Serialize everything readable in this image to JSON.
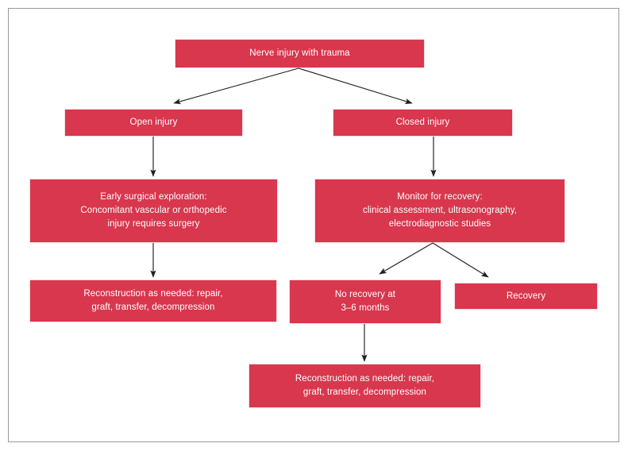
{
  "figure": {
    "type": "flowchart",
    "orientation": "top-down",
    "frame_border_color": "#9a9a9e",
    "node_fill_color": "#d8374e",
    "node_text_color": "#ffffff",
    "edge_color": "#231f20",
    "background_color": "#ffffff"
  },
  "nodes": {
    "root": {
      "label": "Nerve injury with trauma"
    },
    "open_injury": {
      "label": "Open injury"
    },
    "closed_injury": {
      "label": "Closed injury"
    },
    "early_exploration": {
      "label": "Early surgical exploration:\nConcomitant vascular or orthopedic\ninjury requires surgery"
    },
    "monitor_recovery": {
      "label": "Monitor for recovery:\nclinical assessment, ultrasonography,\nelectrodiagnostic studies"
    },
    "reconstruction_open": {
      "label": "Reconstruction as needed: repair,\ngraft, transfer, decompression"
    },
    "no_recovery": {
      "label": "No recovery at\n3–6 months"
    },
    "recovery": {
      "label": "Recovery"
    },
    "reconstruction_closed": {
      "label": "Reconstruction as needed: repair,\ngraft, transfer, decompression"
    }
  },
  "edges": [
    {
      "from": "root",
      "to": "open_injury"
    },
    {
      "from": "root",
      "to": "closed_injury"
    },
    {
      "from": "open_injury",
      "to": "early_exploration"
    },
    {
      "from": "closed_injury",
      "to": "monitor_recovery"
    },
    {
      "from": "early_exploration",
      "to": "reconstruction_open"
    },
    {
      "from": "monitor_recovery",
      "to": "no_recovery"
    },
    {
      "from": "monitor_recovery",
      "to": "recovery"
    },
    {
      "from": "no_recovery",
      "to": "reconstruction_closed"
    }
  ]
}
